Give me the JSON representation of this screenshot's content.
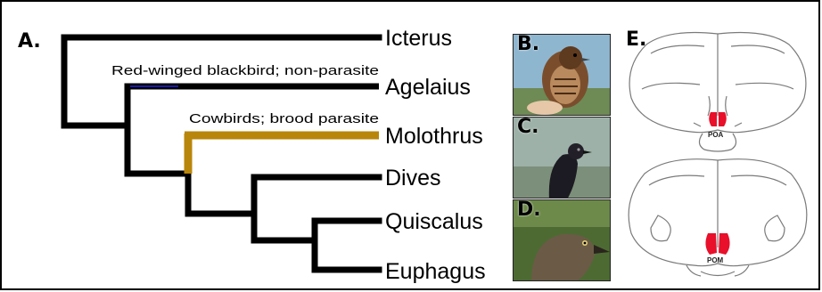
{
  "panels": {
    "a": {
      "letter": "A.",
      "taxa": [
        "Icterus",
        "Agelaius",
        "Molothrus",
        "Dives",
        "Quiscalus",
        "Euphagus"
      ],
      "annotations": {
        "red_winged": "Red-winged blackbird; non-parasite",
        "cowbirds": "Cowbirds; brood parasite"
      },
      "colors": {
        "tree": "#000000",
        "parasite_branch": "#b8860b",
        "red_winged_branch": "#1a1aa6"
      }
    },
    "b": {
      "letter": "B."
    },
    "c": {
      "letter": "C."
    },
    "d": {
      "letter": "D."
    },
    "e": {
      "letter": "E.",
      "region_top": "POA",
      "region_bottom": "POM",
      "highlight_color": "#e8102a"
    }
  }
}
